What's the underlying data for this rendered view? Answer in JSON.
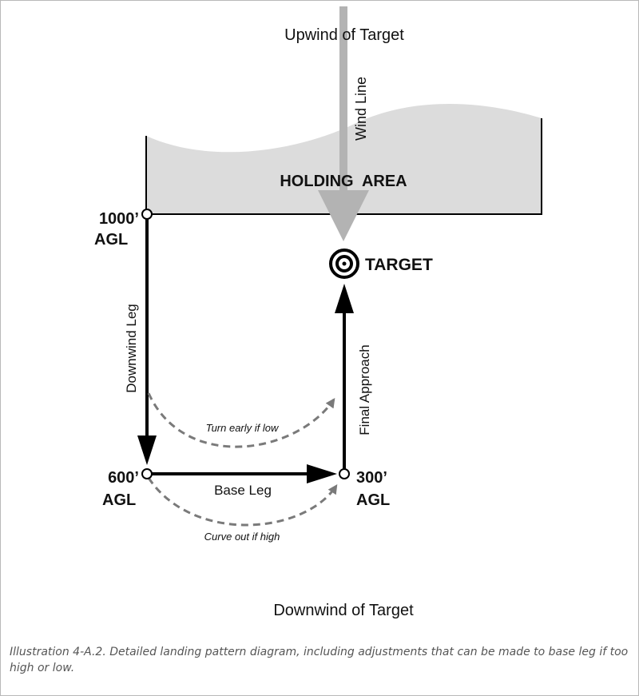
{
  "diagram": {
    "upwind_label": "Upwind of Target",
    "wind_line_label": "Wind Line",
    "holding_area_label": "HOLDING  AREA",
    "target_label": "TARGET",
    "downwind_leg_label": "Downwind Leg",
    "final_approach_label": "Final Approach",
    "base_leg_label": "Base Leg",
    "turn_early_label": "Turn early if low",
    "curve_out_label": "Curve out if high",
    "downwind_label": "Downwind of Target",
    "altitudes": {
      "alt_1000_value": "1000’",
      "alt_1000_unit": "AGL",
      "alt_600_value": "600’",
      "alt_600_unit": "AGL",
      "alt_300_value": "300’",
      "alt_300_unit": "AGL"
    },
    "colors": {
      "holding_area_fill": "#dcdcdc",
      "wind_arrow": "#b3b3b3",
      "pattern_line": "#000000",
      "adjustment_dashes": "#7a7a7a"
    }
  },
  "caption": "Illustration 4-A.2. Detailed landing pattern diagram, including adjustments that can be made to base leg if too high or low."
}
